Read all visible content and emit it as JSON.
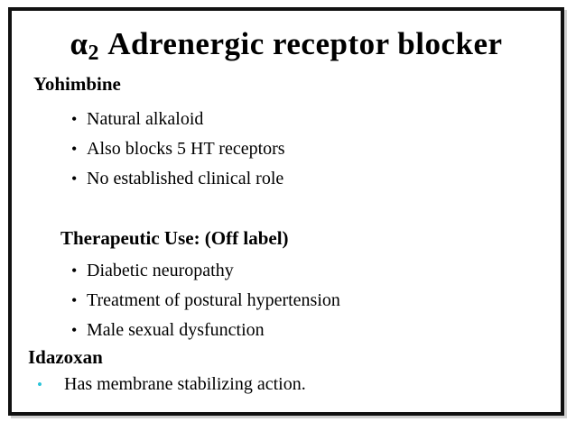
{
  "slide": {
    "title": {
      "alpha": "α",
      "subscript": "2",
      "main": " Adrenergic receptor blocker"
    },
    "bullet_glyph": "•",
    "colors": {
      "text": "#000000",
      "background": "#ffffff",
      "border": "#111111",
      "accent_bullet": "#2bc4d9"
    },
    "yohimbine": {
      "heading": "Yohimbine",
      "bullets": [
        "Natural alkaloid",
        "Also blocks 5 HT receptors",
        "No established clinical role"
      ],
      "therapeutic": {
        "heading": "Therapeutic Use: (Off label)",
        "bullets": [
          "Diabetic neuropathy",
          "Treatment of postural hypertension",
          "Male sexual dysfunction"
        ]
      }
    },
    "idazoxan": {
      "heading": "Idazoxan",
      "bullet": "Has membrane stabilizing action."
    }
  }
}
